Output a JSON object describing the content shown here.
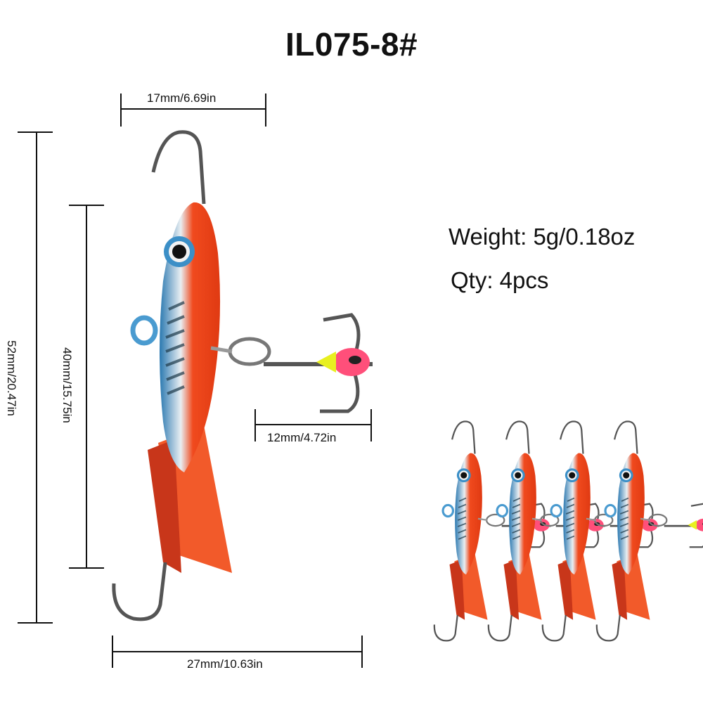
{
  "title": "IL075-8#",
  "specs": {
    "weight": "Weight: 5g/0.18oz",
    "qty": "Qty: 4pcs"
  },
  "dimensions": {
    "head_width": "17mm/6.69in",
    "total_length": "52mm/20.47in",
    "body_length": "40mm/15.75in",
    "hook_width": "12mm/4.72in",
    "total_width": "27mm/10.63in"
  },
  "colors": {
    "body_orange": "#f04a1e",
    "body_blue": "#3b8fc7",
    "fin_orange": "#f25a2a",
    "hook_grey": "#555555",
    "bead_yellow": "#e8f020",
    "bead_pink": "#ff4f7a"
  },
  "thumbnail_count": 4
}
